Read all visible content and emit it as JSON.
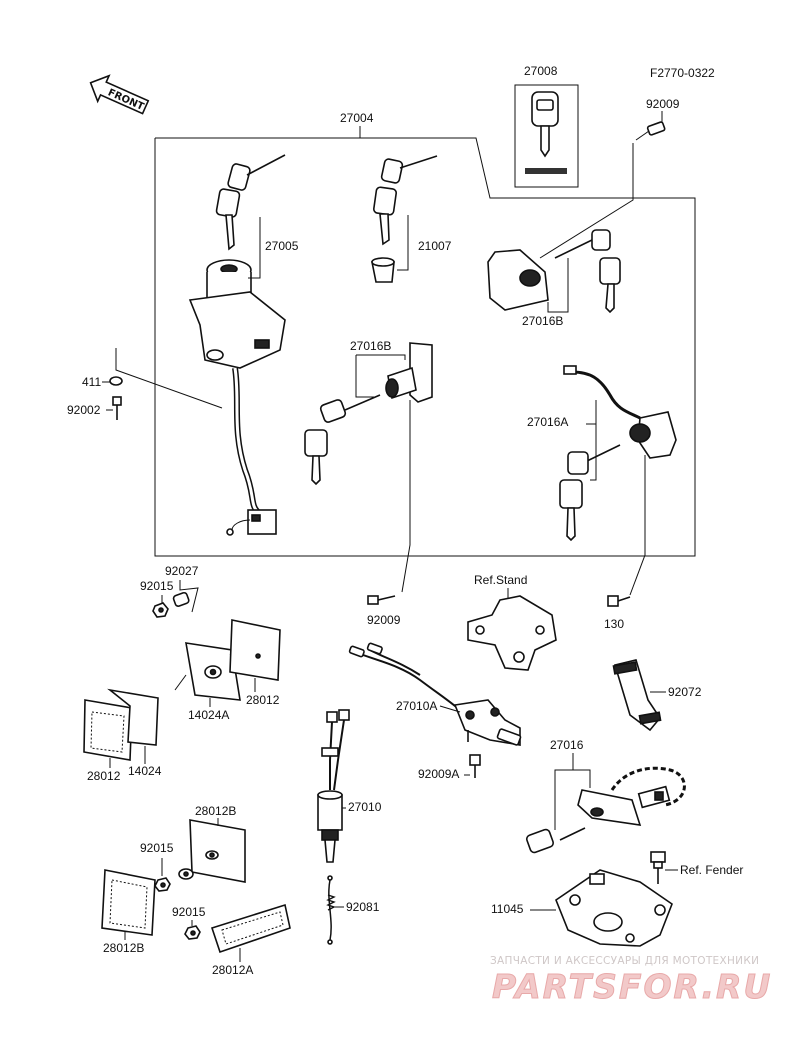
{
  "diagram_code": "F2770-0322",
  "front_arrow_label": "FRONT",
  "watermark": {
    "line1": "ЗАПЧАСТИ И АКСЕССУАРЫ ДЛЯ МОТОТЕХНИКИ",
    "line2": "PARTSFOR.RU"
  },
  "labels": {
    "p27008": "27008",
    "p92009_top": "92009",
    "p27004": "27004",
    "p27005": "27005",
    "p21007": "21007",
    "p27016B": "27016B",
    "p411": "411",
    "p92002": "92002",
    "p27016B_2": "27016B",
    "p27016A": "27016A",
    "p92027": "92027",
    "p92015_a": "92015",
    "p92009_mid": "92009",
    "ref_stand": "Ref.Stand",
    "p130": "130",
    "p14024A": "14024A",
    "p28012_a": "28012",
    "p27010A": "27010A",
    "p92072": "92072",
    "p28012_b": "28012",
    "p14024": "14024",
    "p92009A": "92009A",
    "p27016": "27016",
    "p27010": "27010",
    "p28012B_a": "28012B",
    "p92015_b": "92015",
    "ref_fender": "Ref. Fender",
    "p92081": "92081",
    "p11045": "11045",
    "p92015_c": "92015",
    "p28012B_b": "28012B",
    "p28012A": "28012A"
  }
}
